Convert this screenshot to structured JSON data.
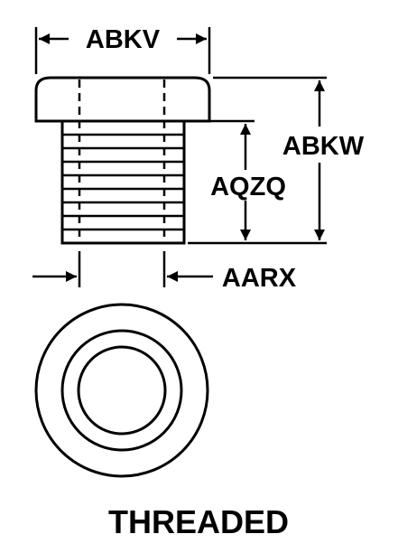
{
  "labels": {
    "top_width": "ABKV",
    "overall_height": "ABKW",
    "thread_height": "AQZQ",
    "bore_diameter": "AARX"
  },
  "caption": "THREADED",
  "colors": {
    "ink": "#000000",
    "background": "#ffffff"
  }
}
